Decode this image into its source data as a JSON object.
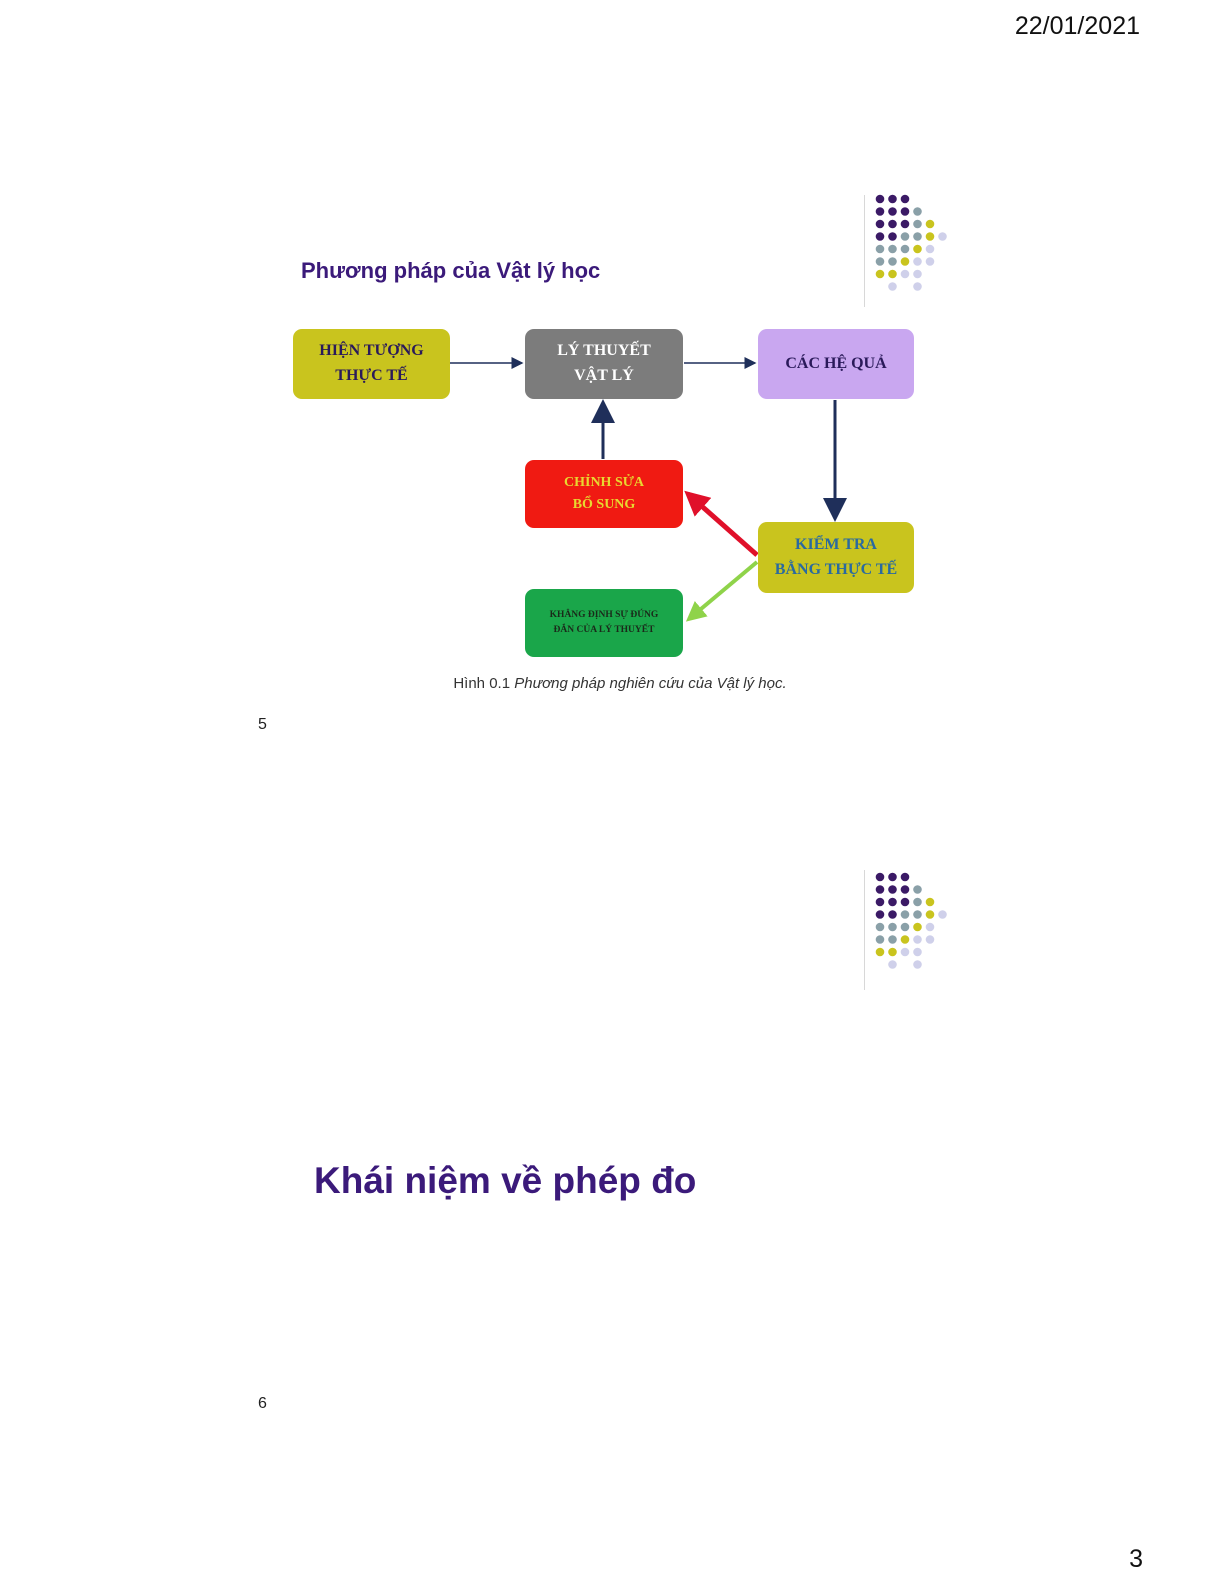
{
  "header": {
    "date": "22/01/2021"
  },
  "footer": {
    "page_number": "3"
  },
  "slide1": {
    "number": "5",
    "title": "Phương pháp của Vật lý học",
    "boxes": [
      {
        "id": "hien-tuong",
        "text": "HIỆN TƯỢNG\nTHỰC TẾ",
        "color": "#c9c41e",
        "text_color": "#2a1a5a"
      },
      {
        "id": "ly-thuyet",
        "text": "LÝ THUYẾT\nVẬT LÝ",
        "color": "#7c7c7c",
        "text_color": "#ffffff"
      },
      {
        "id": "cac-he-qua",
        "text": "CÁC HỆ QUẢ",
        "color": "#c9a7f0",
        "text_color": "#2a1a5a"
      },
      {
        "id": "chinh-sua",
        "text": "CHỈNH SỬA\nBỔ SUNG",
        "color": "#f01a12",
        "text_color": "#e8d830"
      },
      {
        "id": "kiem-tra",
        "text": "KIỂM TRA\nBẰNG THỰC TẾ",
        "color": "#c9c41e",
        "text_color": "#2a6aa0"
      },
      {
        "id": "khang-dinh",
        "text": "KHẲNG ĐỊNH SỰ ĐÚNG\nĐẮN CỦA LÝ THUYẾT",
        "color": "#1aa64a",
        "text_color": "#1a2a1a"
      }
    ],
    "caption": {
      "prefix": "Hình 0.1 ",
      "italic": "Phương pháp nghiên cứu của Vật lý học."
    }
  },
  "slide2": {
    "number": "6",
    "title": "Khái niệm về phép đo"
  },
  "decor": {
    "dot_colors": {
      "purple": "#3b1a66",
      "gray": "#8aa0a8",
      "yellow": "#c9c41e",
      "lavender": "#cfd0ea"
    }
  }
}
